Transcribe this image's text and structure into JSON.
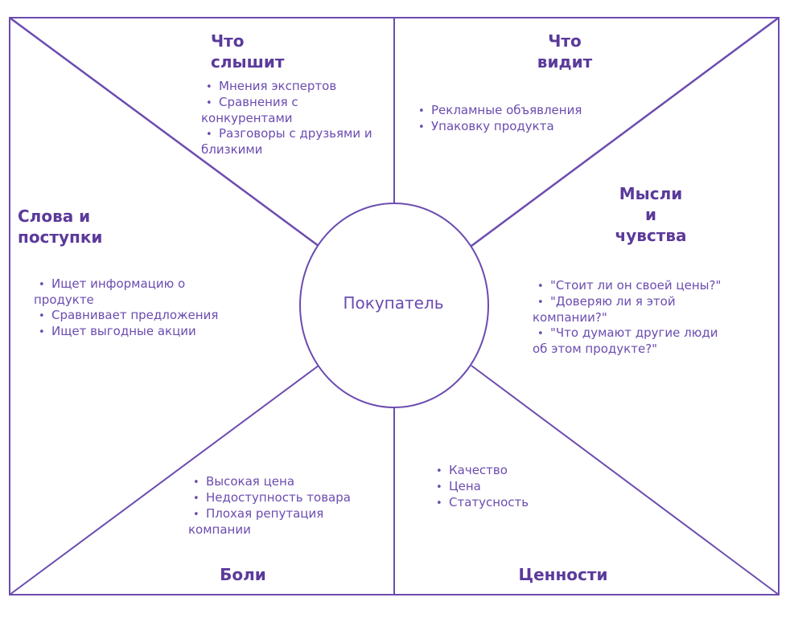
{
  "colors": {
    "line": "#6b4cb0",
    "heading": "#5b3a9b",
    "text": "#6b4cb0"
  },
  "center": {
    "label": "Покупатель"
  },
  "sections": {
    "hears": {
      "title": "Что\nслышит",
      "items": [
        "Мнения экспертов",
        "Сравнения с конкурентами",
        "Разговоры с друзьями и близкими"
      ]
    },
    "sees": {
      "title": "Что\nвидит",
      "items": [
        "Рекламные объявления",
        "Упаковку продукта"
      ]
    },
    "says_does": {
      "title": "Слова и\nпоступки",
      "items": [
        "Ищет информацию о продукте",
        "Сравнивает предложения",
        "Ищет выгодные акции"
      ]
    },
    "thinks_feels": {
      "title": "Мысли\nи\nчувства",
      "items": [
        "\"Стоит ли он своей цены?\"",
        "\"Доверяю ли я этой компании?\"",
        "\"Что думают другие люди об этом продукте?\""
      ]
    },
    "pains": {
      "title": "Боли",
      "items": [
        "Высокая цена",
        "Недоступность товара",
        "Плохая репутация компании"
      ]
    },
    "values": {
      "title": "Ценности",
      "items": [
        "Качество",
        "Цена",
        "Статусность"
      ]
    }
  }
}
